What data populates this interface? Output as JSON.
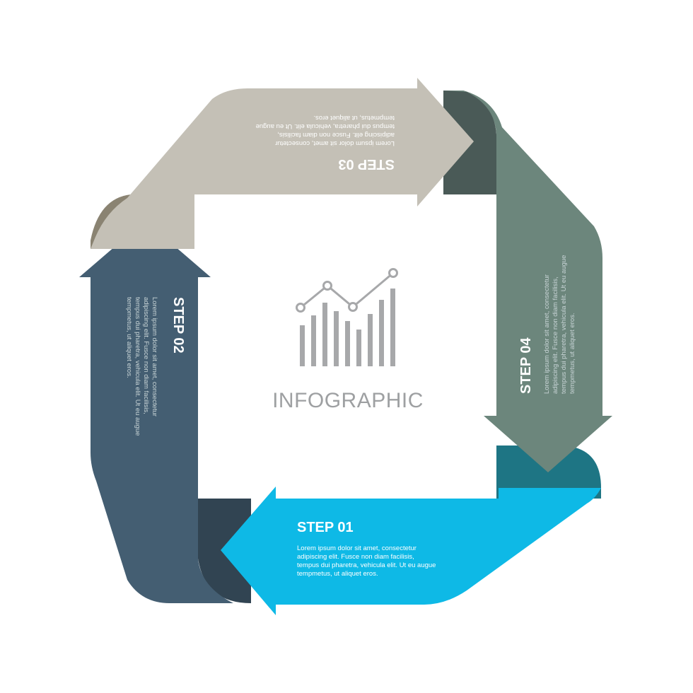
{
  "center": {
    "title": "INFOGRAPHIC",
    "icon": "bar-chart-trend-icon"
  },
  "steps": [
    {
      "title": "STEP 01",
      "body_lines": [
        "Lorem ipsum dolor sit amet, consectetur",
        "adipiscing elit. Fusce non diam facilisis,",
        "tempus dui pharetra, vehicula elit. Ut eu augue",
        "tempmetus, ut aliquet eros."
      ]
    },
    {
      "title": "STEP 02",
      "body_lines": [
        "Lorem ipsum dolor sit amet, consectetur",
        "adipiscing elit. Fusce non diam facilisis,",
        "tempus dui pharetra, vehicula elit. Ut eu augue",
        "tempmetus, ut aliquet eros."
      ]
    },
    {
      "title": "STEP 03",
      "body_lines": [
        "Lorem ipsum dolor sit amet, consectetur",
        "adipiscing elit. Fusce non diam facilisis,",
        "tempus dui pharetra, vehicula elit. Ut eu augue",
        "tempmetus, ut aliquet eros."
      ]
    },
    {
      "title": "STEP 04",
      "body_lines": [
        "Lorem ipsum dolor sit amet, consectetur",
        "adipiscing elit. Fusce non diam facilisis,",
        "tempus dui pharetra, vehicula elit. Ut eu augue",
        "tempmetus, ut aliquet eros."
      ]
    }
  ],
  "colors": {
    "step1": "#0EB9E6",
    "step1_fold": "#1E7584",
    "step2": "#445E72",
    "step2_fold": "#314452",
    "step3": "#C4C0B6",
    "step3_fold": "#8A8372",
    "step4": "#6C867C",
    "step4_fold": "#4A5A57",
    "icon": "#A7A8AA",
    "center_text": "#9EA0A2",
    "light_text": "#FFFFFF",
    "muted_text": "#C8D4D6"
  }
}
